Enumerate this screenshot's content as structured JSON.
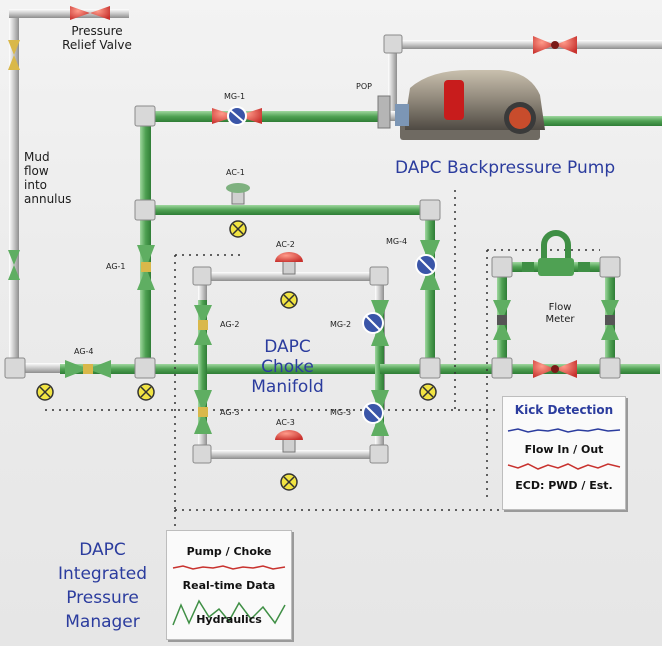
{
  "labels": {
    "pressure_relief_valve": [
      "Pressure",
      "Relief Valve"
    ],
    "mud_flow": [
      "Mud",
      "flow",
      "into",
      "annulus"
    ],
    "pump_title": "DAPC Backpressure Pump",
    "choke_manifold": [
      "DAPC",
      "Choke",
      "Manifold"
    ],
    "flow_meter": [
      "Flow",
      "Meter"
    ],
    "ipm": [
      "DAPC",
      "Integrated",
      "Pressure",
      "Manager"
    ]
  },
  "tags": {
    "pop": "POP",
    "mg1": "MG-1",
    "ac1": "AC-1",
    "ac2": "AC-2",
    "ac3": "AC-3",
    "ag1": "AG-1",
    "ag2": "AG-2",
    "ag3": "AG-3",
    "ag4": "AG-4",
    "mg2": "MG-2",
    "mg3": "MG-3",
    "mg4": "MG-4"
  },
  "kick_panel": {
    "title": "Kick Detection",
    "line1": "Flow In / Out",
    "line2": "ECD: PWD / Est."
  },
  "ipm_panel": {
    "line1": "Pump / Choke",
    "line2": "Real-time Data",
    "line3": "Hydraulics"
  },
  "colors": {
    "pipe_green": "#5fae62",
    "pipe_gray": "#cfcfcf",
    "title_blue": "#2b3c9e",
    "valve_red": "#c8322e",
    "sensor_yellow": "#f1e443"
  }
}
